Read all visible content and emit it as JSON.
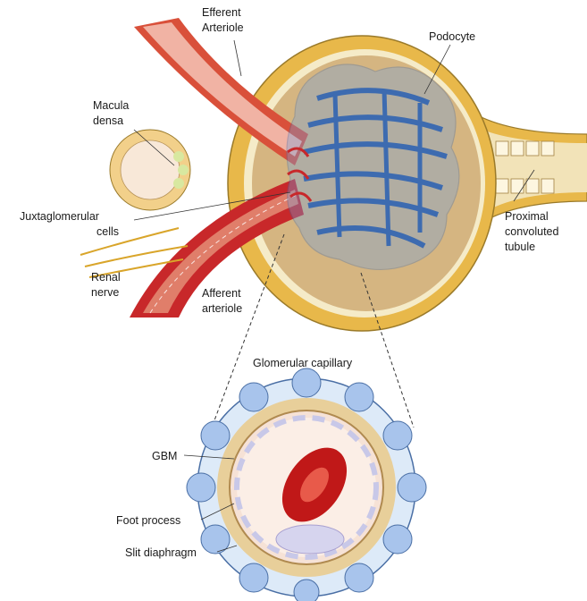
{
  "labels": {
    "efferent_line1": "Efferent",
    "efferent_line2": "Arteriole",
    "podocyte": "Podocyte",
    "macula_line1": "Macula",
    "macula_line2": "densa",
    "juxta_line1": "Juxtaglomerular",
    "juxta_line2": "cells",
    "proximal_line1": "Proximal",
    "proximal_line2": "convoluted",
    "proximal_line3": "tubule",
    "renal_line1": "Renal",
    "renal_line2": "nerve",
    "afferent_line1": "Afferent",
    "afferent_line2": "arteriole",
    "capillary_title": "Glomerular capillary",
    "gbm": "GBM",
    "foot_process": "Foot process",
    "slit_diaphragm": "Slit diaphragm"
  },
  "colors": {
    "capsule": "#e8b84a",
    "capsule_inner": "#c9a36a",
    "podocyte_blue": "#6fa0e0",
    "artery_red": "#c8282a",
    "artery_light": "#e8a08c",
    "rbc": "#c01818"
  }
}
